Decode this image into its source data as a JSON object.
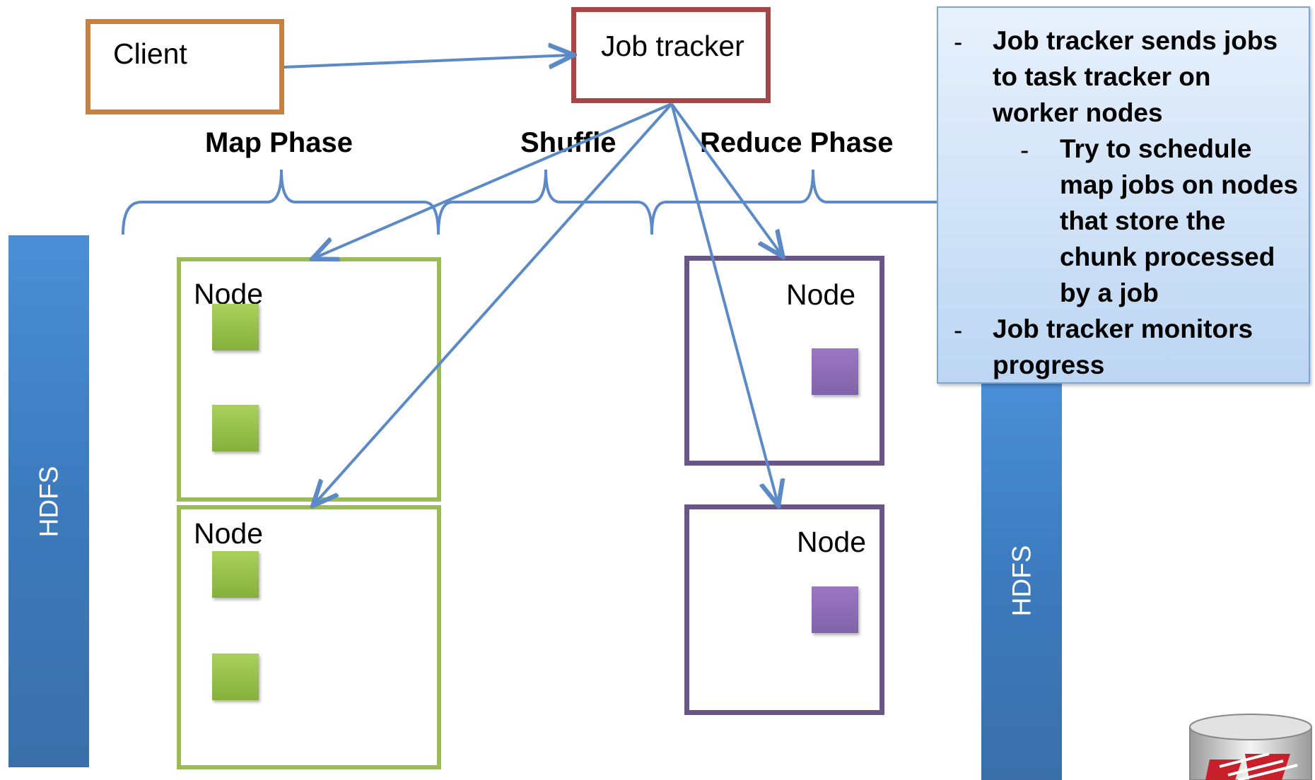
{
  "client": {
    "label": "Client"
  },
  "job_tracker": {
    "label": "Job tracker"
  },
  "phases": {
    "map": "Map Phase",
    "shuffle": "Shuffle",
    "reduce": "Reduce Phase"
  },
  "hdfs": {
    "left": "HDFS",
    "right": "HDFS"
  },
  "nodes": {
    "map1": "Node",
    "map2": "Node",
    "reduce1": "Node",
    "reduce2": "Node"
  },
  "note": {
    "line1": "Job tracker sends jobs",
    "line2": "to task tracker on",
    "line3": "worker nodes",
    "line4": "Try to schedule",
    "line5": "map jobs on nodes",
    "line6": "that store the",
    "line7": "chunk processed",
    "line8": "by a job",
    "line9": "Job tracker monitors",
    "line10": "progress",
    "bullet": "-"
  },
  "colors": {
    "client_border": "#cd7f3a",
    "job_tracker_border": "#a64646",
    "map_node_border": "#9bbb59",
    "reduce_node_border": "#6a5587",
    "hdfs_bar": "#3d7cc0",
    "arrow": "#5b8ac6",
    "note_fill": "#cfe2f7"
  },
  "icons": {
    "database": "database-cylinder-icon"
  }
}
